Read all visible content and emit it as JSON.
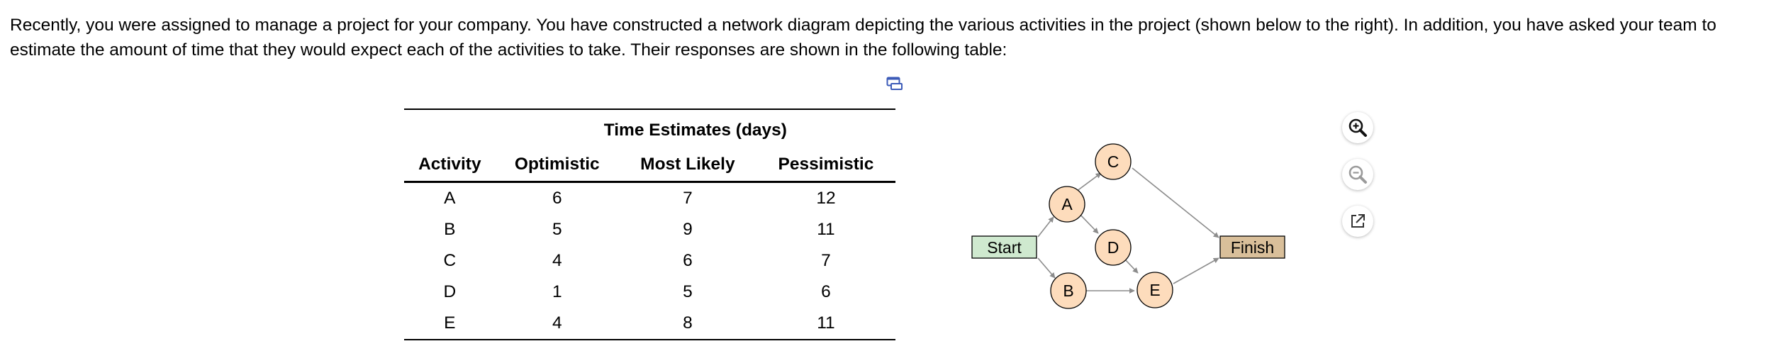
{
  "intro_text": "Recently, you were assigned to manage a project for your company. You have constructed a network diagram depicting the various activities in the project (shown below to the right). In addition, you have asked your team to estimate the amount of time that they would expect each of the activities to take. Their responses are shown in the following table:",
  "table": {
    "group_header": "Time Estimates (days)",
    "headers": [
      "Activity",
      "Optimistic",
      "Most Likely",
      "Pessimistic"
    ],
    "rows": [
      [
        "A",
        "6",
        "7",
        "12"
      ],
      [
        "B",
        "5",
        "9",
        "11"
      ],
      [
        "C",
        "4",
        "6",
        "7"
      ],
      [
        "D",
        "1",
        "5",
        "6"
      ],
      [
        "E",
        "4",
        "8",
        "11"
      ]
    ]
  },
  "diagram": {
    "start_label": "Start",
    "finish_label": "Finish",
    "nodes": [
      "A",
      "B",
      "C",
      "D",
      "E"
    ],
    "start_color": "#cfe9cf",
    "finish_color": "#d9bf9a",
    "node_color": "#fddcbc"
  },
  "icons": {
    "copy": "copy-table-icon",
    "zoom_in": "zoom-in-icon",
    "zoom_out": "zoom-out-icon",
    "popout": "popout-icon"
  }
}
